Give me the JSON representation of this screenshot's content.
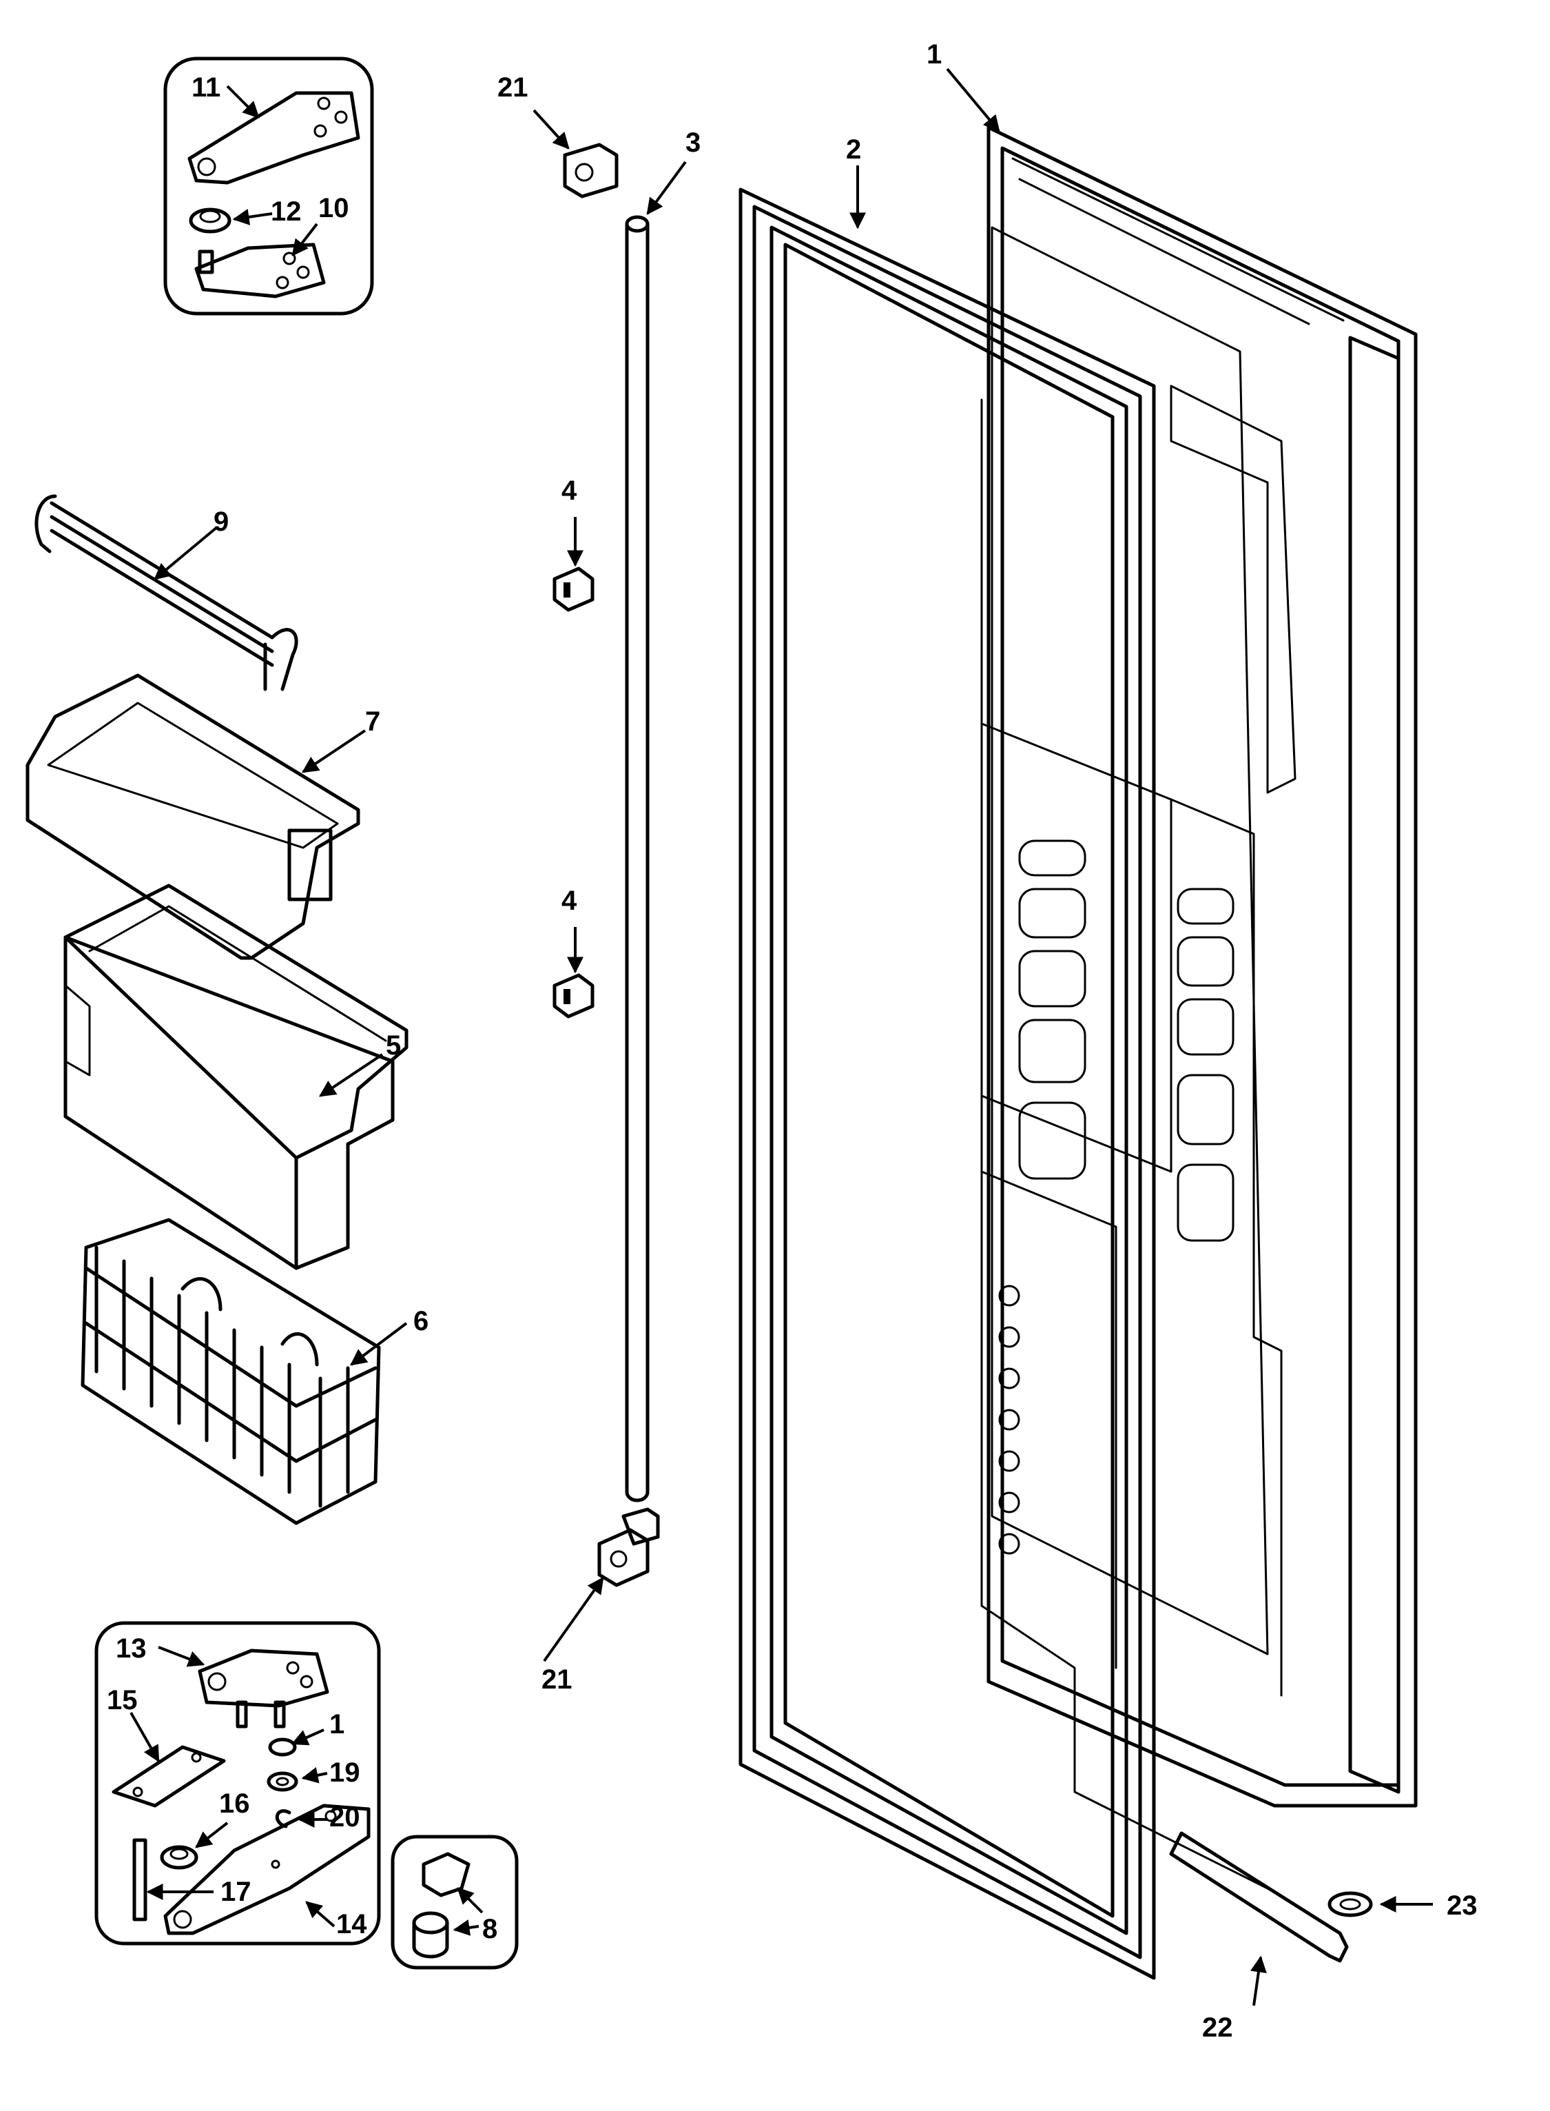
{
  "callouts": {
    "p1_top": "1",
    "p2": "2",
    "p3": "3",
    "p4a": "4",
    "p4b": "4",
    "p5": "5",
    "p6": "6",
    "p7": "7",
    "p8": "8",
    "p9": "9",
    "p10": "10",
    "p11": "11",
    "p12": "12",
    "p13": "13",
    "p14": "14",
    "p15": "15",
    "p16": "16",
    "p17": "17",
    "p1_inset": "1",
    "p19": "19",
    "p20": "20",
    "p21a": "21",
    "p21b": "21",
    "p22": "22",
    "p23": "23"
  }
}
